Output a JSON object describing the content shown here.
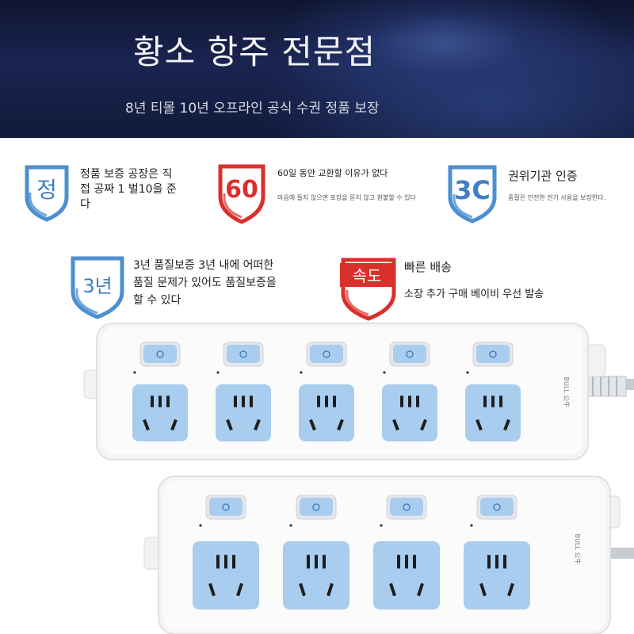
{
  "banner": {
    "title": "황소 항주 전문점",
    "subtitle": "8년 티몰 10년 오프라인 공식 수권 정품 보장"
  },
  "features": [
    {
      "badge": "정",
      "text": "정품 보증 공장은 직접 공짜 1 벌10을 준다",
      "line1": "정품 보증 공장은 직",
      "line2": "접 공짜 1 벌10을 준",
      "line3": "다"
    },
    {
      "badge": "60",
      "title": "60일 동안 교환할 이유가 없다",
      "desc": "마음에 들지 않으면 포장을 뜯지 않고 환불할 수 있다"
    },
    {
      "badge": "3C",
      "title": "권위기관 인증",
      "desc": "품질은 안전한 전기 사용을 보장한다."
    },
    {
      "badge": "3년",
      "line1": "3년 품질보증 3년 내에 어떠한",
      "line2": "품질 문제가 있어도 품질보증을",
      "line3": "할 수 있다"
    },
    {
      "badge": "속도",
      "title": "빠른 배송",
      "desc": "소장 추가 구매 베이비 우선 발송"
    }
  ],
  "colors": {
    "shield_blue": "#4d8fcf",
    "shield_red": "#d9302c",
    "socket_blue": "#a9cdee",
    "strip_white": "#f3f4f6"
  },
  "products": {
    "strip_top_outlets": 5,
    "strip_bottom_outlets": 4,
    "brand_text": "BULL 公牛"
  }
}
